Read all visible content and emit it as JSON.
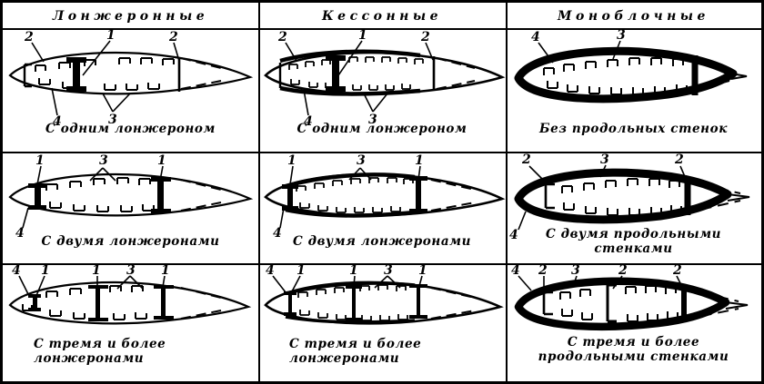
{
  "diagram": {
    "title_row": [
      "Лонжеронные",
      "Кессонные",
      "Моноблочные"
    ],
    "columns": [
      {
        "header": "Лонжеронные",
        "cells": [
          {
            "caption_lines": [
              "С одним лонжероном"
            ],
            "callouts": [
              "2",
              "1",
              "2",
              "4",
              "3"
            ],
            "type": "spar-one"
          },
          {
            "caption_lines": [
              "С двумя лонжеронами"
            ],
            "callouts": [
              "1",
              "3",
              "1",
              "4"
            ],
            "type": "spar-two"
          },
          {
            "caption_lines": [
              "С тремя и более",
              "лонжеронами"
            ],
            "callouts": [
              "4",
              "1",
              "1",
              "3",
              "1"
            ],
            "type": "spar-three"
          }
        ]
      },
      {
        "header": "Кессонные",
        "cells": [
          {
            "caption_lines": [
              "С одним лонжероном"
            ],
            "callouts": [
              "2",
              "1",
              "2",
              "4",
              "3"
            ],
            "type": "box-one"
          },
          {
            "caption_lines": [
              "С двумя лонжеронами"
            ],
            "callouts": [
              "1",
              "3",
              "1",
              "4"
            ],
            "type": "box-two"
          },
          {
            "caption_lines": [
              "С тремя и более",
              "лонжеронами"
            ],
            "callouts": [
              "4",
              "1",
              "1",
              "3",
              "1"
            ],
            "type": "box-three"
          }
        ]
      },
      {
        "header": "Моноблочные",
        "cells": [
          {
            "caption_lines": [
              "Без продольных стенок"
            ],
            "callouts": [
              "4",
              "3"
            ],
            "type": "mono-none"
          },
          {
            "caption_lines": [
              "С двумя продольными",
              "стенками"
            ],
            "callouts": [
              "2",
              "3",
              "2",
              "4"
            ],
            "type": "mono-two"
          },
          {
            "caption_lines": [
              "С тремя и более",
              "продольными стенками"
            ],
            "callouts": [
              "4",
              "2",
              "3",
              "2",
              "2"
            ],
            "type": "mono-three"
          }
        ]
      }
    ],
    "colors": {
      "ink": "#000000",
      "paper": "#ffffff"
    }
  }
}
